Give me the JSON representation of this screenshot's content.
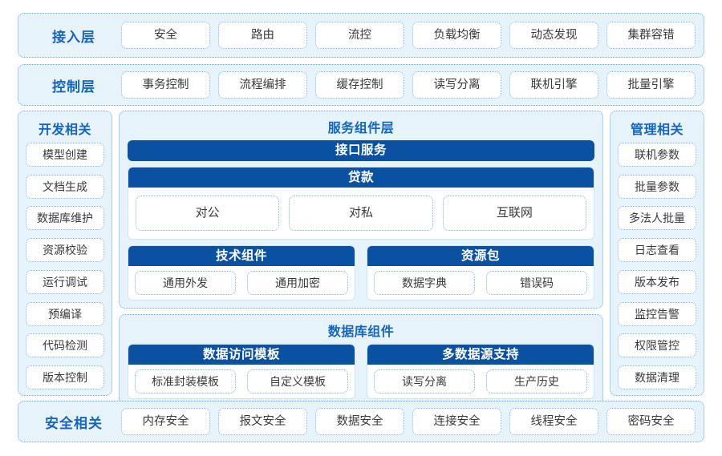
{
  "colors": {
    "panel_bg": "#e7f3fb",
    "panel_border": "#6aa9e0",
    "bar_blue": "#0a51a1",
    "title_blue": "#1565c0",
    "pill_border": "#93c4ea",
    "pill_bg": "#ffffff",
    "text": "#3a3a3a"
  },
  "rows": {
    "access": {
      "label": "接入层",
      "items": [
        "安全",
        "路由",
        "流控",
        "负载均衡",
        "动态发现",
        "集群容错"
      ]
    },
    "control": {
      "label": "控制层",
      "items": [
        "事务控制",
        "流程编排",
        "缓存控制",
        "读写分离",
        "联机引擎",
        "批量引擎"
      ]
    },
    "security": {
      "label": "安全相关",
      "items": [
        "内存安全",
        "报文安全",
        "数据安全",
        "连接安全",
        "线程安全",
        "密码安全"
      ]
    }
  },
  "left_column": {
    "title": "开发相关",
    "items": [
      "模型创建",
      "文档生成",
      "数据库维护",
      "资源校验",
      "运行调试",
      "预编译",
      "代码检测",
      "版本控制"
    ]
  },
  "right_column": {
    "title": "管理相关",
    "items": [
      "联机参数",
      "批量参数",
      "多法人批量",
      "日志查看",
      "版本发布",
      "监控告警",
      "权限管控",
      "数据清理"
    ]
  },
  "service_group": {
    "title": "服务组件层",
    "interface_bar": "接口服务",
    "loan_card": {
      "header": "贷款",
      "items": [
        "对公",
        "对私",
        "互联网"
      ]
    },
    "tech_card": {
      "header": "技术组件",
      "items": [
        "通用外发",
        "通用加密"
      ]
    },
    "resource_card": {
      "header": "资源包",
      "items": [
        "数据字典",
        "错误码"
      ]
    }
  },
  "db_group": {
    "title": "数据库组件",
    "access_template_card": {
      "header": "数据访问模板",
      "items": [
        "标准封装模板",
        "自定义模板"
      ]
    },
    "multi_source_card": {
      "header": "多数据源支持",
      "items": [
        "读写分离",
        "生产历史"
      ]
    }
  }
}
